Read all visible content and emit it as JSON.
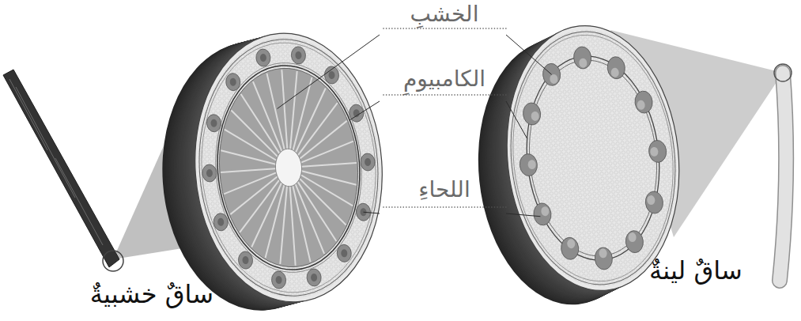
{
  "diagram": {
    "labels": [
      "الخشبِ",
      "الكامبيومِ",
      "اللحاءِ",
      "ساقٌ خشبيةٌ",
      "ساقٌ لينةٌ"
    ]
  }
}
